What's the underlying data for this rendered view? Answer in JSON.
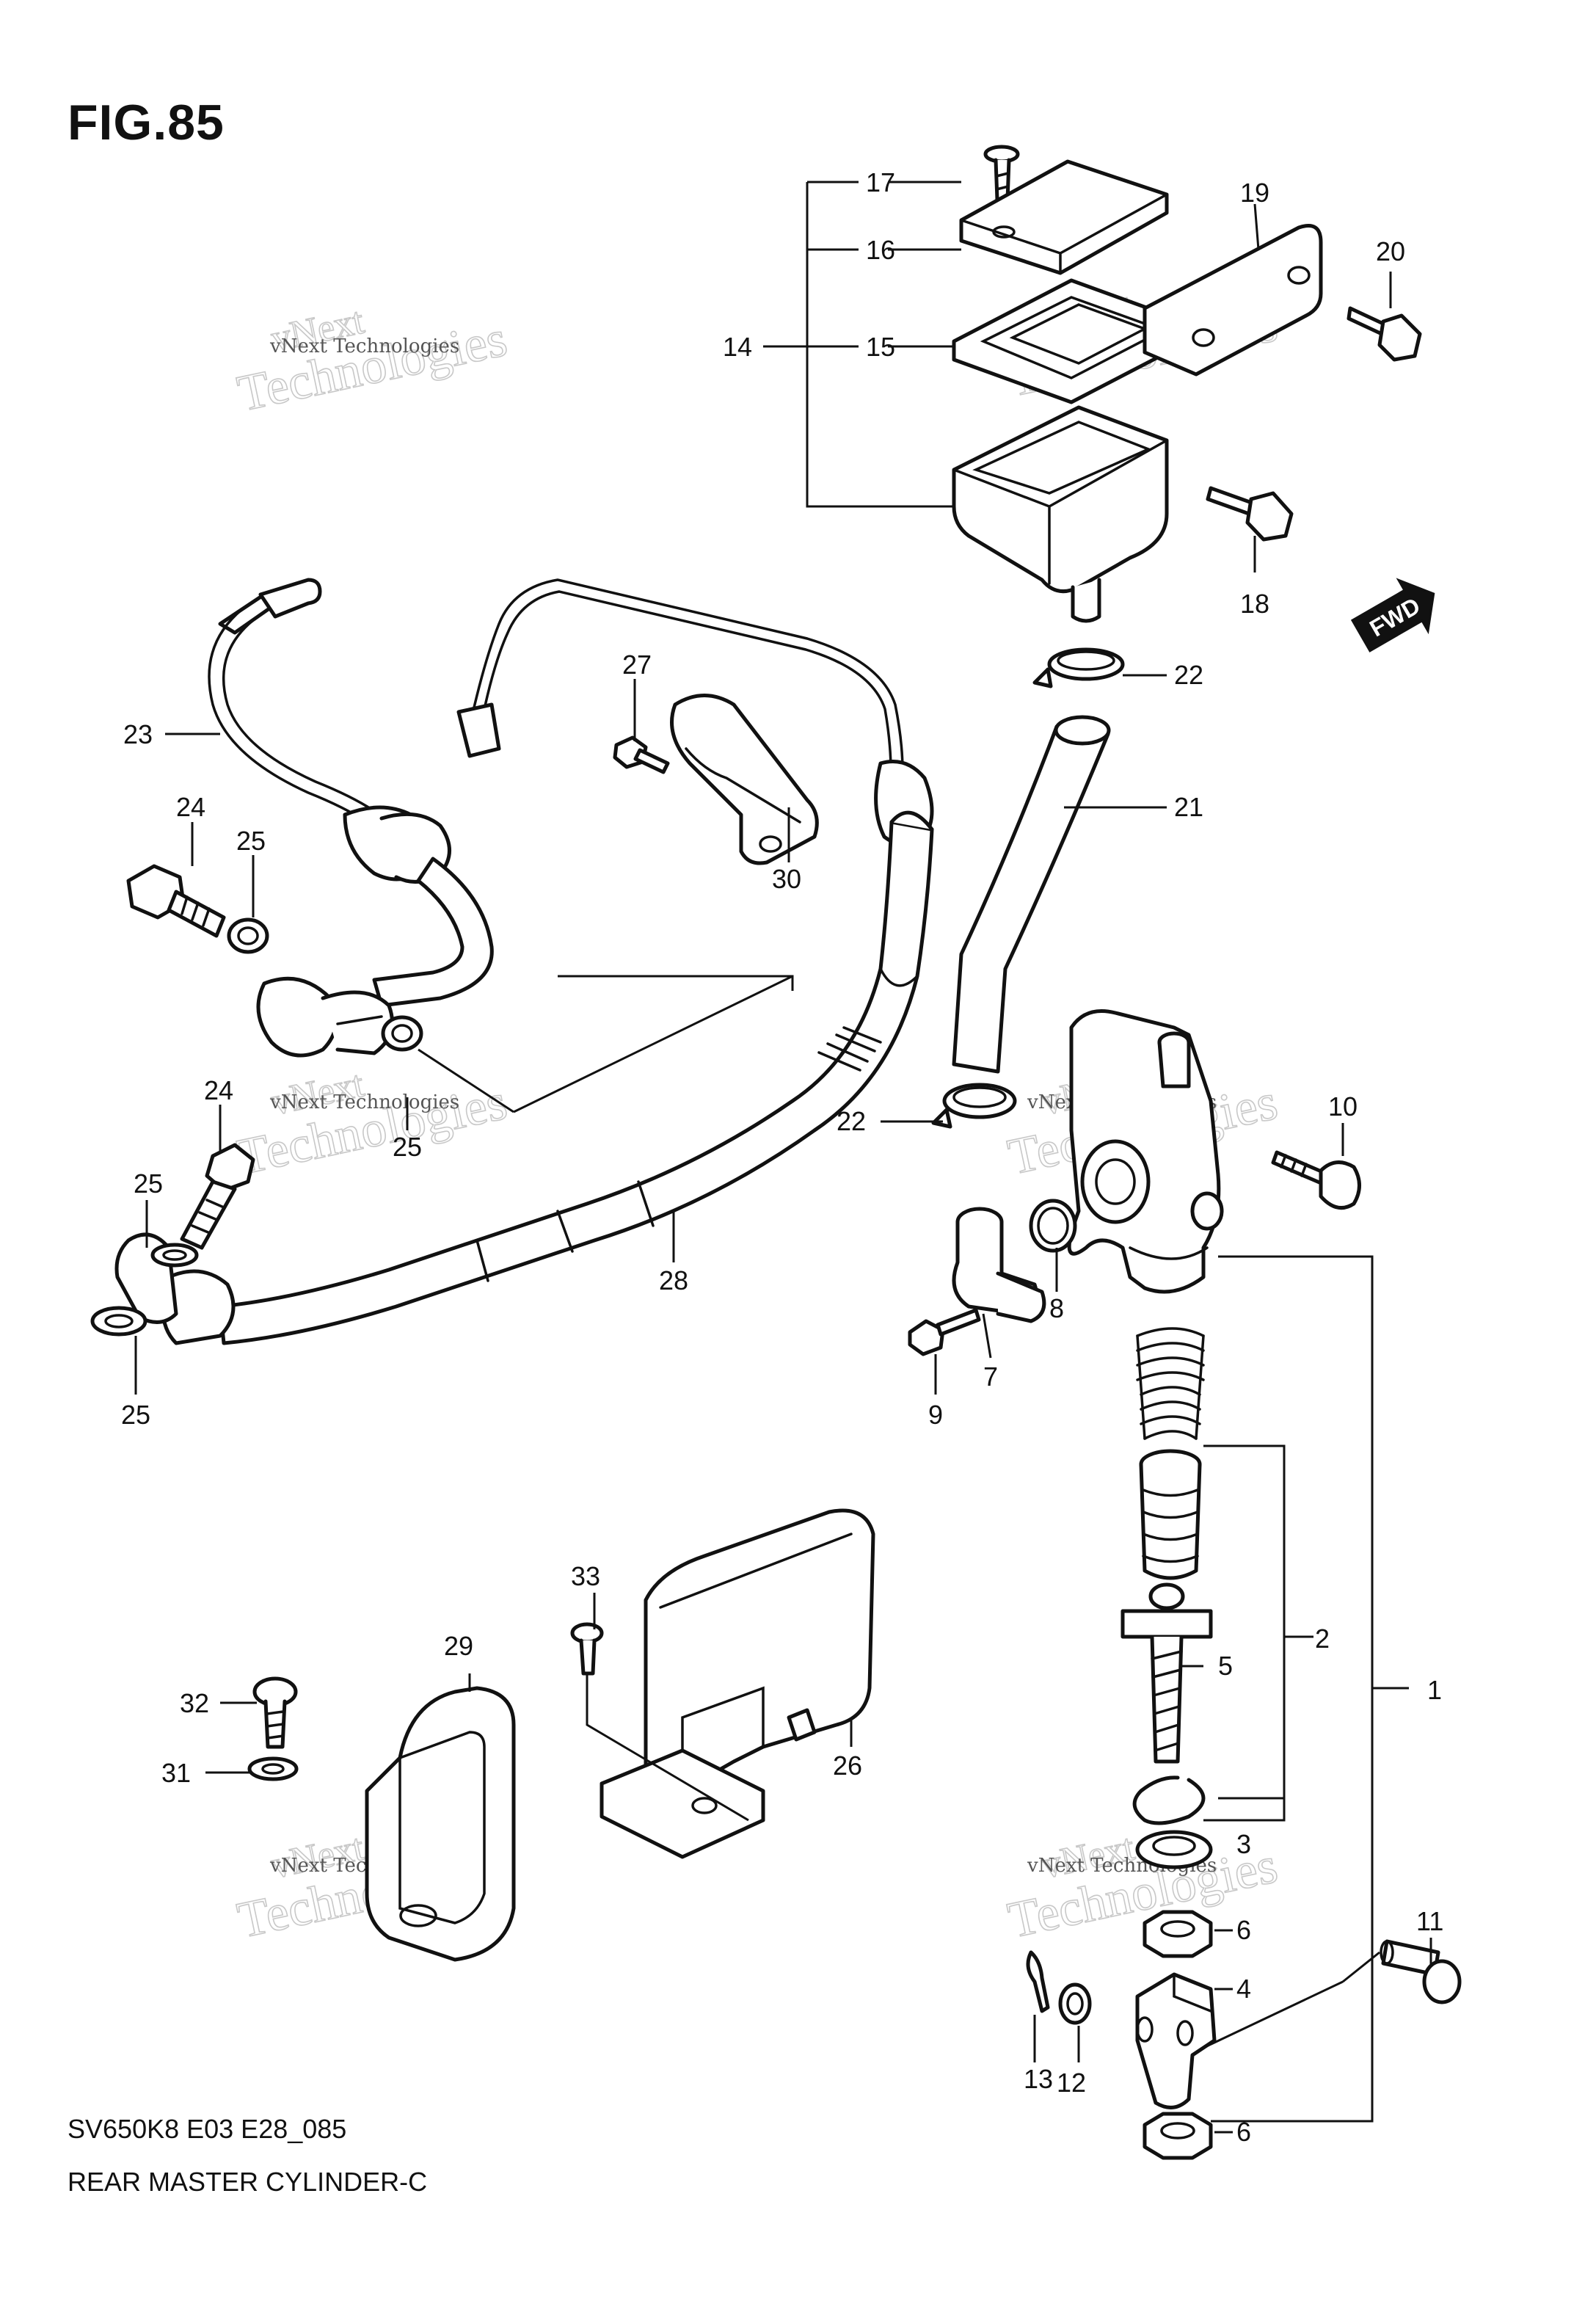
{
  "figure": {
    "title": "FIG.85"
  },
  "footer": {
    "code": "SV650K8 E03 E28_085",
    "title": "REAR MASTER CYLINDER-C"
  },
  "watermark": {
    "line1": "vNext",
    "line2": "Technologies",
    "small": "vNext Technologies"
  },
  "badge": {
    "label": "FWD"
  },
  "callouts": [
    "1",
    "2",
    "3",
    "4",
    "5",
    "6",
    "6",
    "7",
    "8",
    "9",
    "10",
    "11",
    "12",
    "13",
    "14",
    "15",
    "16",
    "17",
    "18",
    "19",
    "20",
    "21",
    "22",
    "22",
    "23",
    "24",
    "24",
    "25",
    "25",
    "25",
    "25",
    "26",
    "27",
    "28",
    "29",
    "30",
    "31",
    "32",
    "33"
  ]
}
